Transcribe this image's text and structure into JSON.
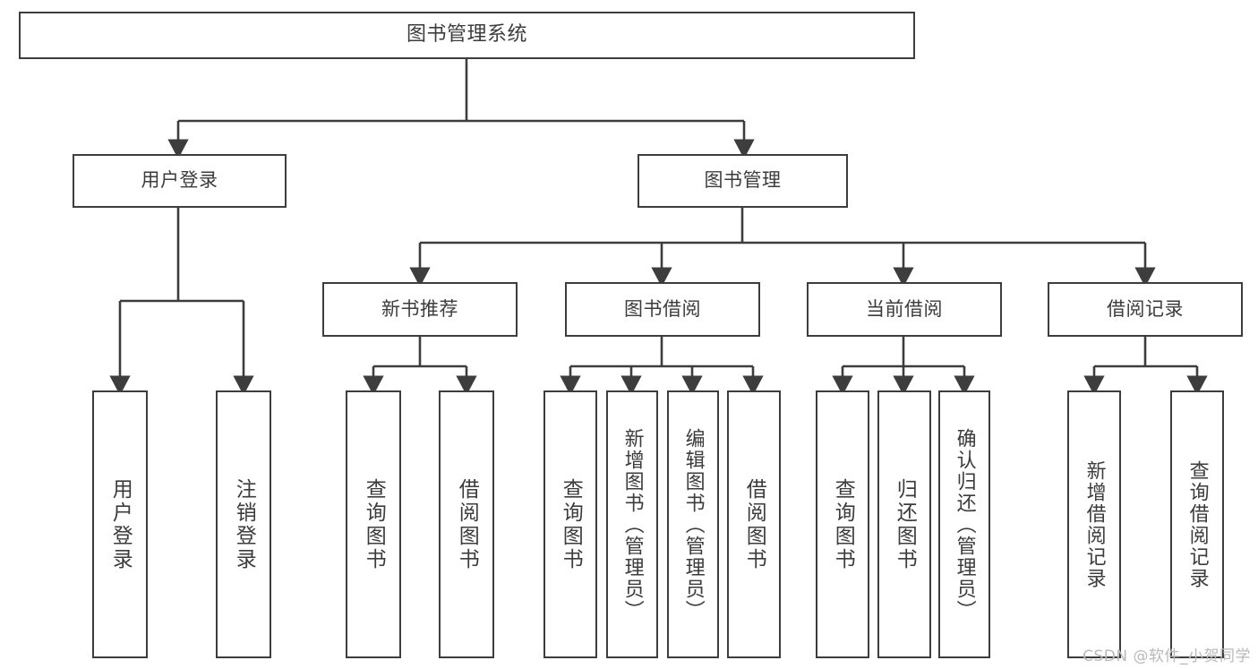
{
  "diagram": {
    "title": "图书管理系统",
    "type": "functional-structure-tree",
    "root": {
      "id": "root",
      "label": "图书管理系统"
    },
    "level2": [
      {
        "id": "user-login",
        "label": "用户登录"
      },
      {
        "id": "book-manage",
        "label": "图书管理"
      }
    ],
    "level3": [
      {
        "id": "new-book-rec",
        "label": "新书推荐",
        "parent": "book-manage"
      },
      {
        "id": "book-borrow",
        "label": "图书借阅",
        "parent": "book-manage"
      },
      {
        "id": "current-borrow",
        "label": "当前借阅",
        "parent": "book-manage"
      },
      {
        "id": "borrow-record",
        "label": "借阅记录",
        "parent": "book-manage"
      }
    ],
    "leaves": [
      {
        "id": "leaf-user-login",
        "label": "用户登录",
        "parent": "user-login"
      },
      {
        "id": "leaf-logout",
        "label": "注销登录",
        "parent": "user-login"
      },
      {
        "id": "leaf-query-book-1",
        "label": "查询图书",
        "parent": "new-book-rec"
      },
      {
        "id": "leaf-borrow-book-1",
        "label": "借阅图书",
        "parent": "new-book-rec"
      },
      {
        "id": "leaf-query-book-2",
        "label": "查询图书",
        "parent": "book-borrow"
      },
      {
        "id": "leaf-add-book",
        "label": "新增图书（管理员）",
        "parent": "book-borrow"
      },
      {
        "id": "leaf-edit-book",
        "label": "编辑图书（管理员）",
        "parent": "book-borrow"
      },
      {
        "id": "leaf-borrow-book-2",
        "label": "借阅图书",
        "parent": "book-borrow"
      },
      {
        "id": "leaf-query-book-3",
        "label": "查询图书",
        "parent": "current-borrow"
      },
      {
        "id": "leaf-return-book",
        "label": "归还图书",
        "parent": "current-borrow"
      },
      {
        "id": "leaf-confirm-return",
        "label": "确认归还（管理员）",
        "parent": "current-borrow"
      },
      {
        "id": "leaf-add-record",
        "label": "新增借阅记录",
        "parent": "borrow-record"
      },
      {
        "id": "leaf-query-record",
        "label": "查询借阅记录",
        "parent": "borrow-record"
      }
    ],
    "colors": {
      "stroke": "#3d3d3d",
      "text": "#3c3c3c",
      "background": "#ffffff",
      "watermark": "#b9b9b9"
    }
  },
  "watermark": {
    "text": "CSDN @软件_小贺同学"
  }
}
